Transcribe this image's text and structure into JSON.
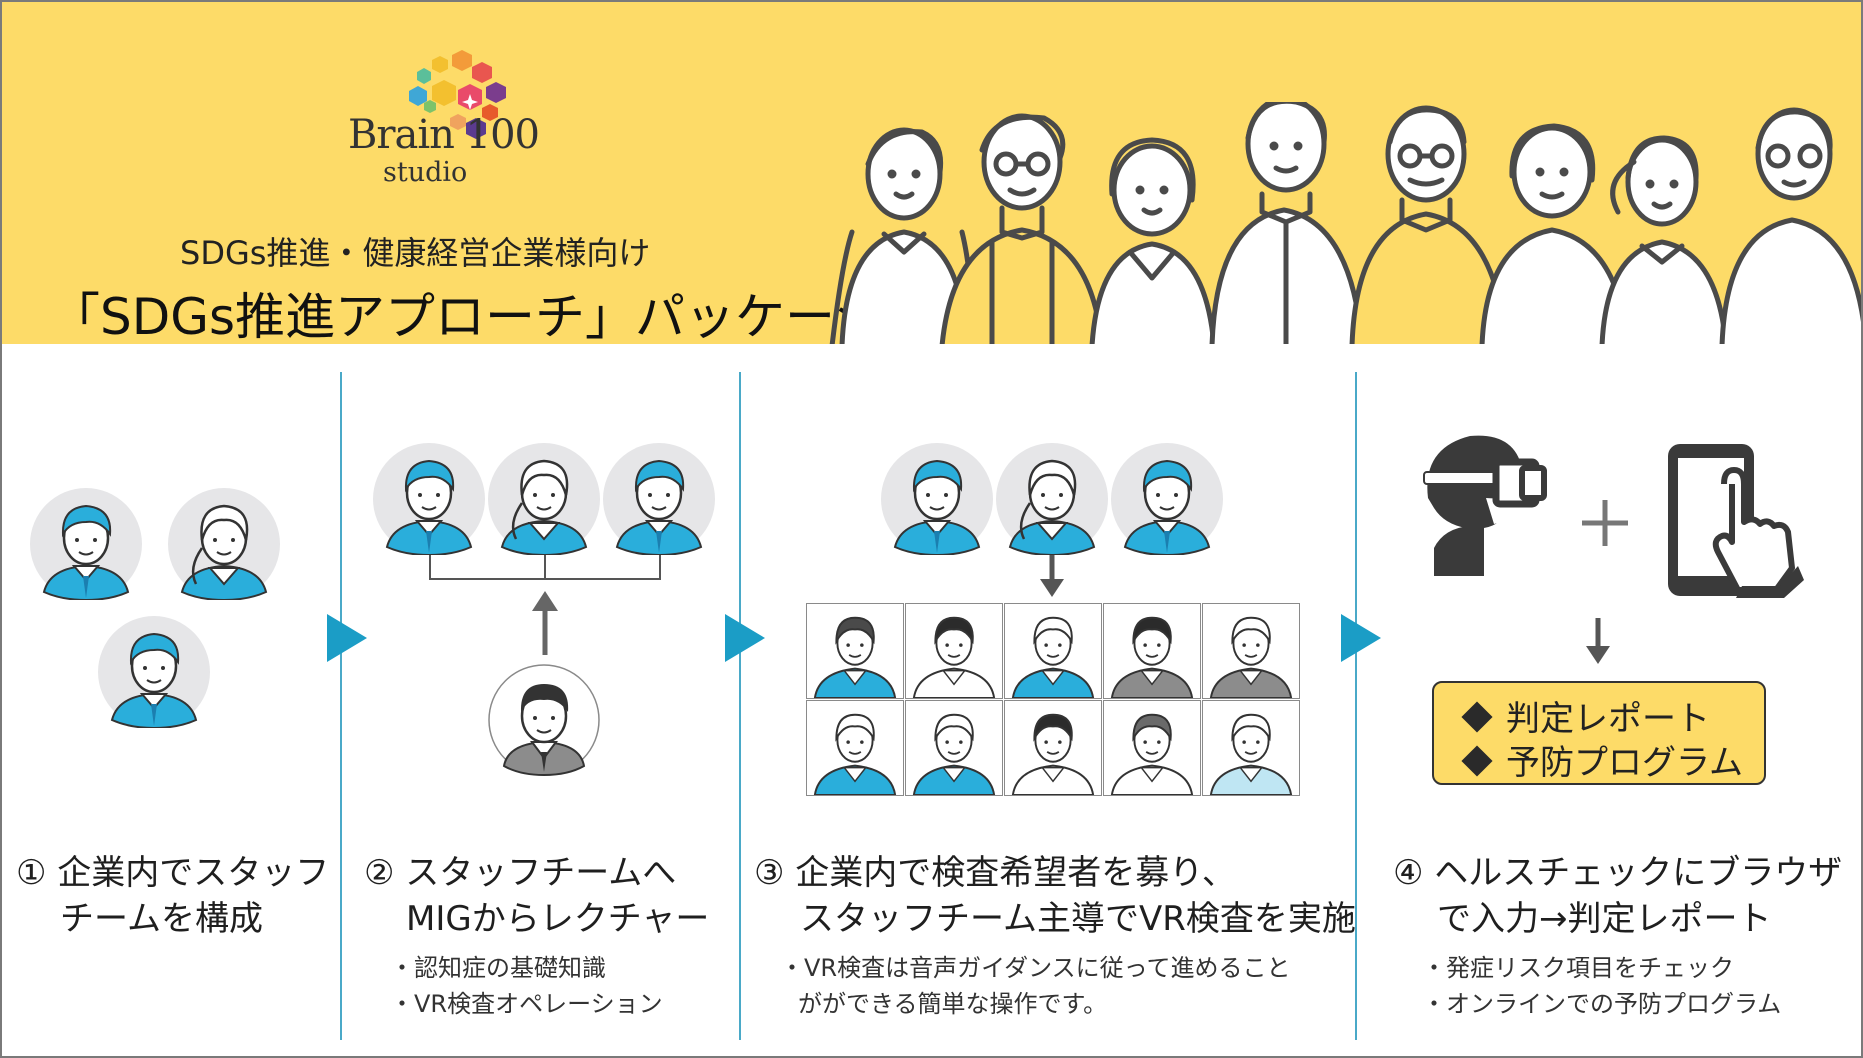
{
  "header": {
    "logo_line1": "Brain 100",
    "logo_line2": "studio",
    "subtitle": "SDGs推進・健康経営企業様向け",
    "title": "「SDGs推進アプローチ」パッケージ"
  },
  "colors": {
    "banner": "#fddb68",
    "accent_blue": "#1b9dc6",
    "avatar_bg": "#e6e6e8",
    "hair_blue": "#2aaedb"
  },
  "steps": [
    {
      "number": "①",
      "line1": "企業内でスタッフ",
      "line2": "チームを構成",
      "notes": []
    },
    {
      "number": "②",
      "line1": "スタッフチームへ",
      "line2": "MIGからレクチャー",
      "notes": [
        "・認知症の基礎知識",
        "・VR検査オペレーション"
      ]
    },
    {
      "number": "③",
      "line1": "企業内で検査希望者を募り、",
      "line2": "スタッフチーム主導でVR検査を実施",
      "notes": [
        "・VR検査は音声ガイダンスに従って進めること",
        "がができる簡単な操作です。"
      ]
    },
    {
      "number": "④",
      "line1": "ヘルスチェックにブラウザ",
      "line2": "で入力→判定レポート",
      "notes": [
        "・発症リスク項目をチェック",
        "・オンラインでの予防プログラム"
      ]
    }
  ],
  "report_box": {
    "item1": "判定レポート",
    "item2": "予防プログラム"
  },
  "icons": [
    "vr-headset-person-icon",
    "plus-icon",
    "smartphone-tap-icon",
    "arrow-down-icon",
    "arrow-up-icon",
    "play-arrow-icon"
  ]
}
